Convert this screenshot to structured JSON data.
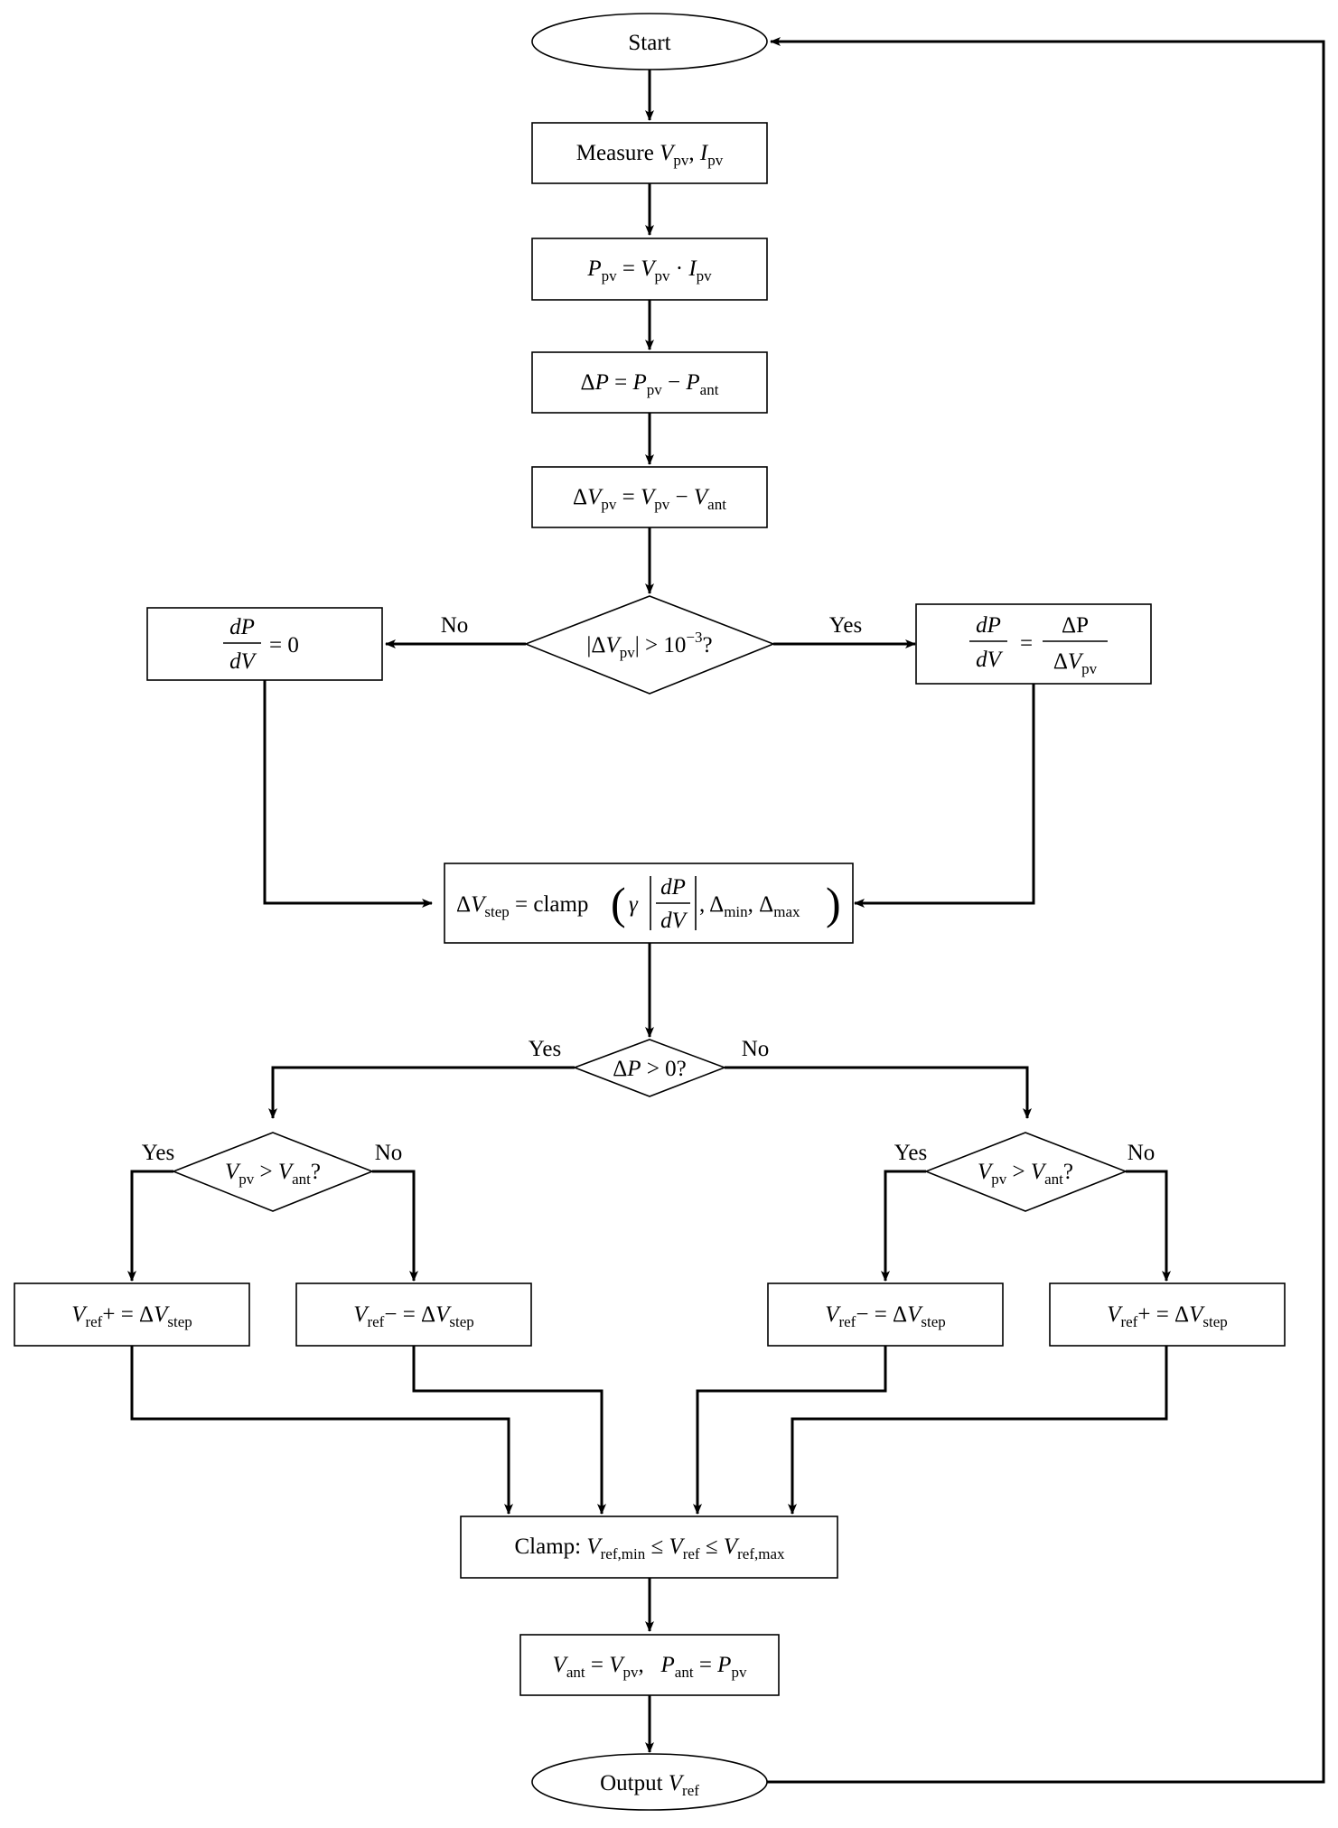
{
  "flowchart": {
    "start": "Start",
    "measure": {
      "prefix": "Measure ",
      "v": "V",
      "v_sub": "pv",
      "sep": ", ",
      "i": "I",
      "i_sub": "pv"
    },
    "power": {
      "p": "P",
      "p_sub": "pv",
      "eq": " = ",
      "v": "V",
      "v_sub": "pv",
      "dot": " · ",
      "i": "I",
      "i_sub": "pv"
    },
    "delta_p": {
      "d": "Δ",
      "p": "P",
      "eq": " = ",
      "p1": "P",
      "p1_sub": "pv",
      "minus": " − ",
      "p2": "P",
      "p2_sub": "ant"
    },
    "delta_v": {
      "d": "Δ",
      "v": "V",
      "v_sub": "pv",
      "eq": " = ",
      "v1": "V",
      "v1_sub": "pv",
      "minus": " − ",
      "v2": "V",
      "v2_sub": "ant"
    },
    "decision_dv": {
      "open": "|Δ",
      "v": "V",
      "v_sub": "pv",
      "close": "| > 10",
      "exp": "−3",
      "q": "?"
    },
    "dpdv_zero": {
      "num": "dP",
      "den": "dV",
      "rhs": "= 0"
    },
    "dpdv_ratio": {
      "num": "dP",
      "den": "dV",
      "eq": "=",
      "num2": "ΔP",
      "den2_d": "Δ",
      "den2_v": "V",
      "den2_sub": "pv"
    },
    "step": {
      "d": "Δ",
      "v": "V",
      "v_sub": "step",
      "eq": " = clamp",
      "gamma": "γ",
      "num": "dP",
      "den": "dV",
      "comma1": ", Δ",
      "min_sub": "min",
      "comma2": ", Δ",
      "max_sub": "max"
    },
    "decision_dp": {
      "d": "Δ",
      "p": "P",
      "rest": " > 0?"
    },
    "decision_v": {
      "v1": "V",
      "v1_sub": "pv",
      "gt": " > ",
      "v2": "V",
      "v2_sub": "ant",
      "q": "?"
    },
    "ref_plus": {
      "v": "V",
      "v_sub": "ref",
      "op": "+ = Δ",
      "v2": "V",
      "v2_sub": "step"
    },
    "ref_minus": {
      "v": "V",
      "v_sub": "ref",
      "op": "− = Δ",
      "v2": "V",
      "v2_sub": "step"
    },
    "clamp": {
      "prefix": "Clamp: ",
      "v1": "V",
      "v1_sub": "ref,min",
      "le1": " ≤ ",
      "v2": "V",
      "v2_sub": "ref",
      "le2": " ≤ ",
      "v3": "V",
      "v3_sub": "ref,max"
    },
    "update": {
      "v": "V",
      "v_sub": "ant",
      "eq1": " = ",
      "v2": "V",
      "v2_sub": "pv",
      "sep": ",   ",
      "p": "P",
      "p_sub": "ant",
      "eq2": " = ",
      "p2": "P",
      "p2_sub": "pv"
    },
    "output": {
      "prefix": "Output ",
      "v": "V",
      "v_sub": "ref"
    },
    "labels": {
      "yes": "Yes",
      "no": "No"
    }
  }
}
